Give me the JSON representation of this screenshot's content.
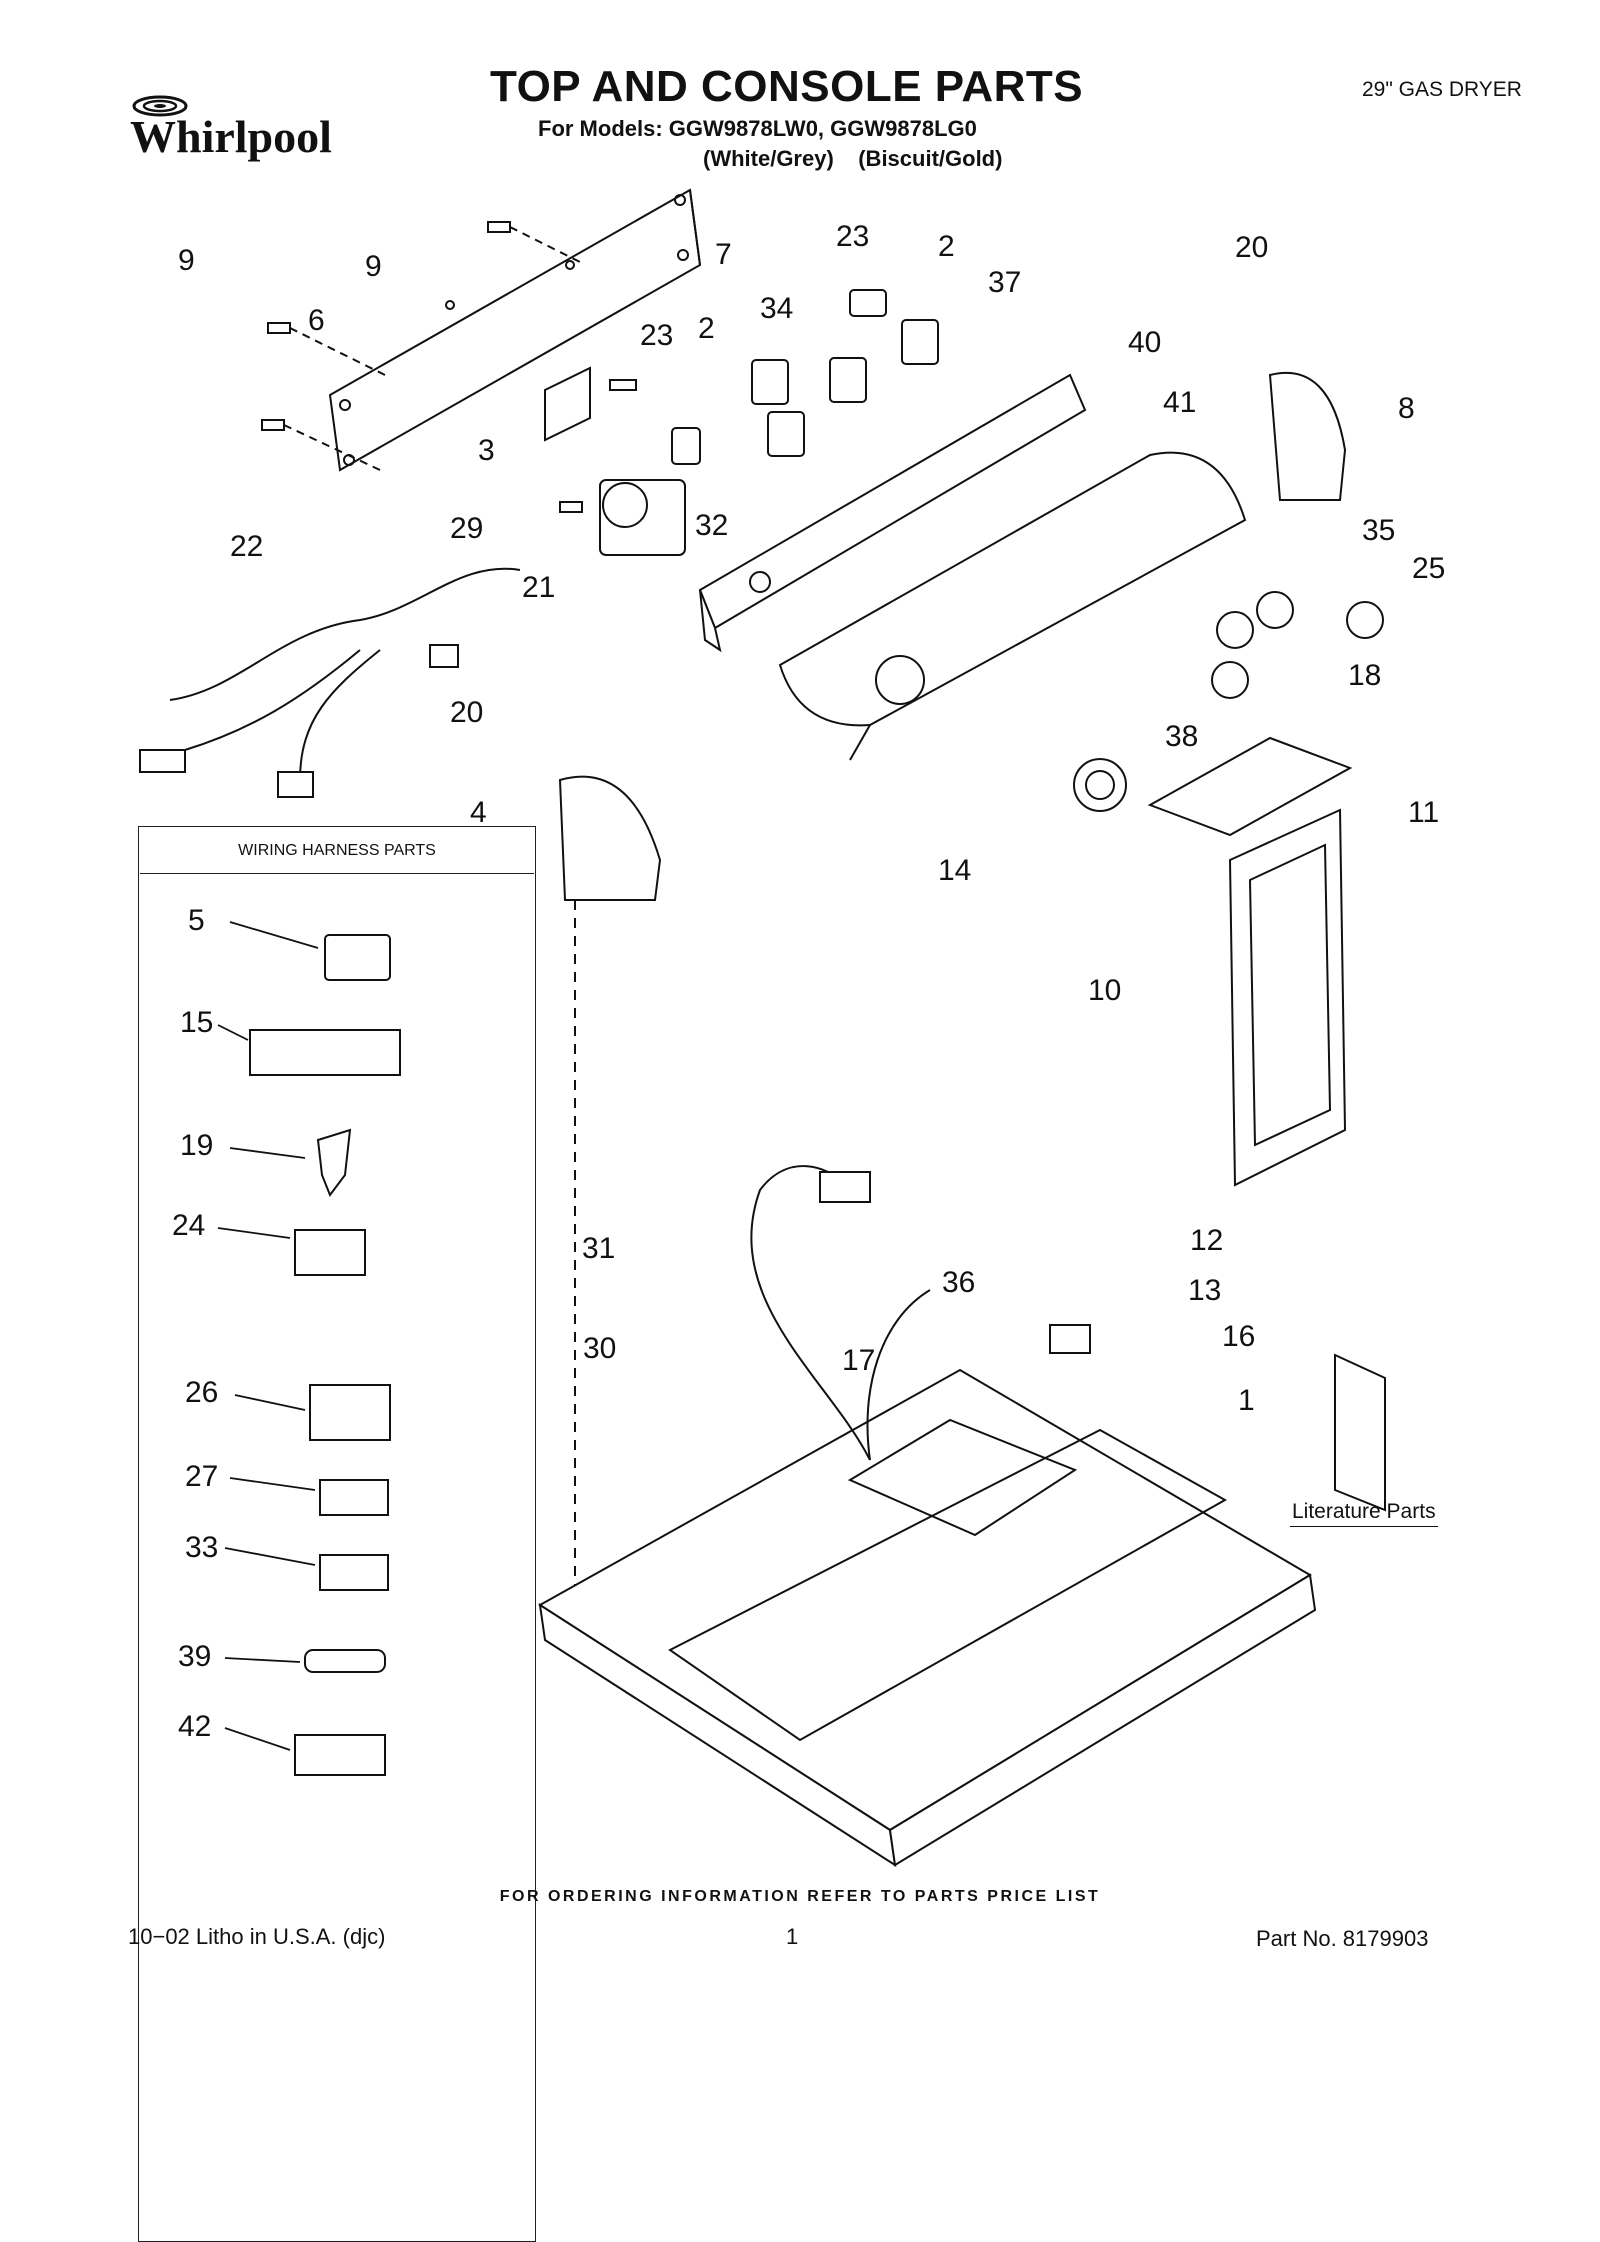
{
  "header": {
    "brand": "Whirlpool",
    "title": "TOP AND CONSOLE PARTS",
    "models_line": "For Models: GGW9878LW0, GGW9878LG0",
    "colors_line": "(White/Grey)    (Biscuit/Gold)",
    "product": "29\" GAS DRYER"
  },
  "harness_box": {
    "title": "WIRING HARNESS PARTS",
    "parts": [
      "5",
      "15",
      "19",
      "24",
      "26",
      "27",
      "33",
      "39",
      "42"
    ]
  },
  "literature": {
    "label": "Literature Parts",
    "part": "1"
  },
  "callouts": [
    "9",
    "9",
    "6",
    "3",
    "23",
    "2",
    "7",
    "23",
    "2",
    "34",
    "37",
    "40",
    "41",
    "20",
    "8",
    "35",
    "25",
    "22",
    "29",
    "32",
    "21",
    "18",
    "20",
    "4",
    "38",
    "11",
    "14",
    "10",
    "31",
    "12",
    "13",
    "36",
    "17",
    "16",
    "30",
    "1"
  ],
  "footer": {
    "ordering_note": "FOR ORDERING INFORMATION REFER TO PARTS PRICE LIST",
    "litho": "10−02 Litho in U.S.A. (djc)",
    "page": "1",
    "part_no": "Part No. 8179903"
  }
}
